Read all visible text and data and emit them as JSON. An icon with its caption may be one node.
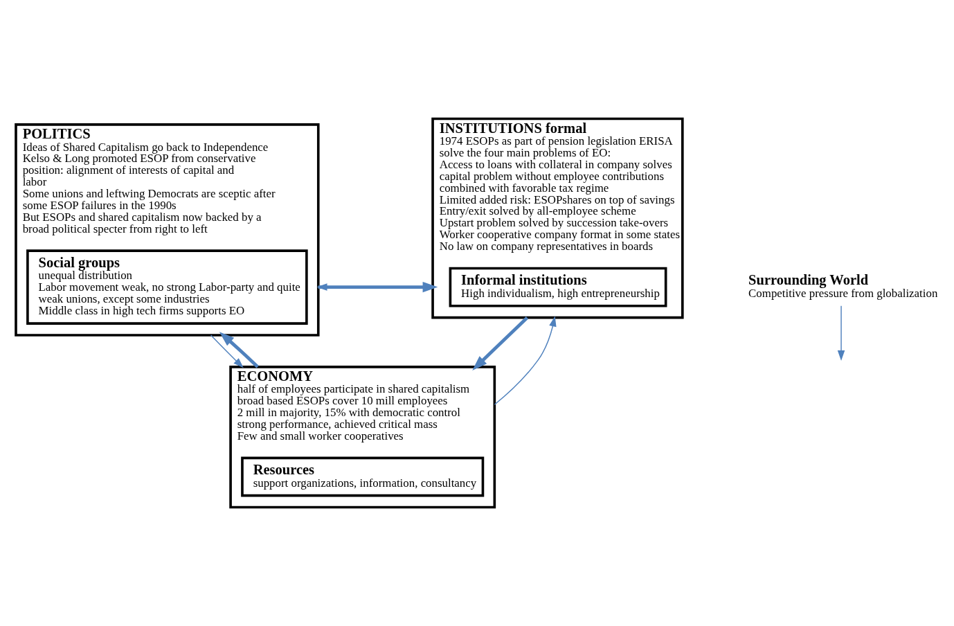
{
  "diagram": {
    "nodes": [
      {
        "text": [
          "POLITICS",
          "Ideas of Shared Capitalism go back to Independence",
          "Kelso & Long promoted ESOP from conservative position: alignment of interests of capital and labor",
          "Some unions and leftwing Democrats are sceptic after some ESOP failures in the 1990s",
          "But ESOPs and shared capitalism now backed by a broad political specter from right to left"
        ]
      },
      {
        "text": [
          "Social groups",
          "unequal distribution",
          "Labor movement weak, no strong Labor-party and quite weak unions, except some industries",
          "Middle class in high tech firms supports EO"
        ],
        "in": 0
      },
      {
        "text": [
          "INSTITUTIONS formal",
          "1974 ESOPs as part of pension legislation ERISA solve the four main problems of EO:",
          "Access to loans with collateral in company solves capital problem without employee contributions combined with favorable tax regime",
          "Limited added risk: ESOPshares on top of savings",
          "Entry/exit solved by all-employee scheme",
          "Upstart problem solved by succession take-overs",
          "Worker cooperative company format in some states",
          "No law on company representatives in boards"
        ]
      },
      {
        "text": [
          "Informal institutions",
          "High individualism, high entrepreneurship"
        ],
        "in": 2
      },
      {
        "text": [
          "ECONOMY",
          "half of employees participate in shared capitalism",
          "broad based ESOPs cover 10 mill employees",
          "2 mill in majority, 15% with democratic control",
          "strong performance, achieved critical mass",
          "Few and small worker cooperatives"
        ]
      },
      {
        "text": [
          "Resources",
          "support organizations, information, consultancy"
        ],
        "in": 4
      },
      {
        "text": [
          "Surrounding World",
          "Competitive pressure from globalization"
        ]
      }
    ],
    "edges": [
      {
        "from": 0,
        "to": 2,
        "arrow": "to",
        "style": "thick"
      },
      {
        "from": 2,
        "to": 0,
        "arrow": "to"
      },
      {
        "from": 0,
        "to": 4,
        "arrow": "to"
      },
      {
        "from": 4,
        "to": 0,
        "arrow": "to",
        "style": "thick"
      },
      {
        "from": 2,
        "to": 4,
        "arrow": "to",
        "style": "thick"
      },
      {
        "from": 4,
        "to": 2,
        "arrow": "to"
      },
      {
        "from": 6,
        "to": null,
        "arrow": "to"
      }
    ]
  }
}
